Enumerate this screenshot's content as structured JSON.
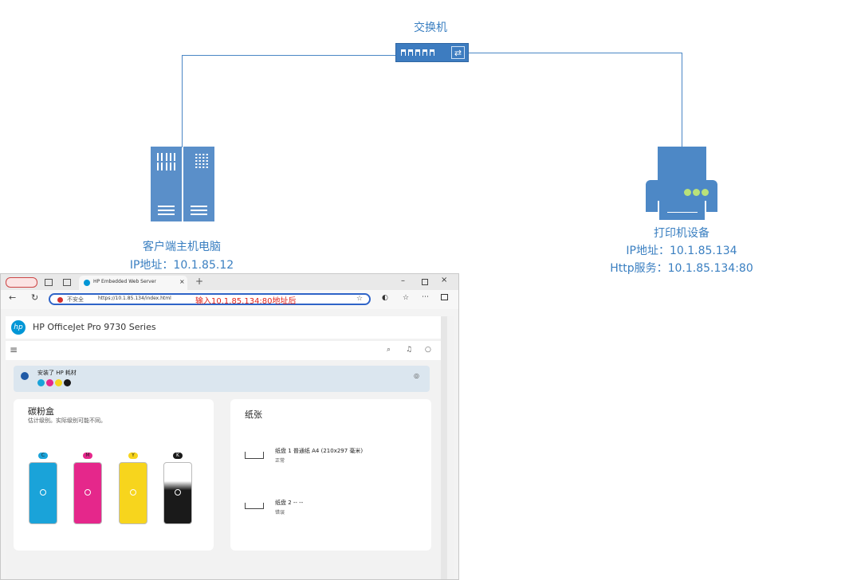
{
  "diagram": {
    "switch_label": "交换机",
    "client_label": "客户端主机电脑",
    "client_ip": "IP地址：10.1.85.12",
    "printer_label": "打印机设备",
    "printer_ip": "IP地址：10.1.85.134",
    "printer_http": "Http服务：10.1.85.134:80"
  },
  "browser": {
    "tab_title": "HP Embedded Web Server",
    "not_secure": "不安全",
    "url": "https://10.1.85.134/index.html",
    "annotation": "输入10.1.85.134:80地址后",
    "brand": "HP OfficeJet Pro 9730 Series",
    "banner_text": "安装了 HP 耗材",
    "toner": {
      "title": "碳粉盒",
      "subtitle": "估计级别。实际级别可能不同。",
      "cartridges": [
        {
          "code": "C",
          "color": "#1aa3d9",
          "level": 1.0
        },
        {
          "code": "M",
          "color": "#e5278b",
          "level": 1.0
        },
        {
          "code": "Y",
          "color": "#f7d51d",
          "level": 1.0
        },
        {
          "code": "K",
          "color": "#1a1a1a",
          "level": 0.55
        }
      ]
    },
    "paper": {
      "title": "纸张",
      "tray1_label": "纸盘 1 普通纸 A4 (210x297 毫米)",
      "tray1_status": "正常",
      "tray2_label": "纸盘 2 -- --",
      "tray2_status": "错误"
    }
  }
}
